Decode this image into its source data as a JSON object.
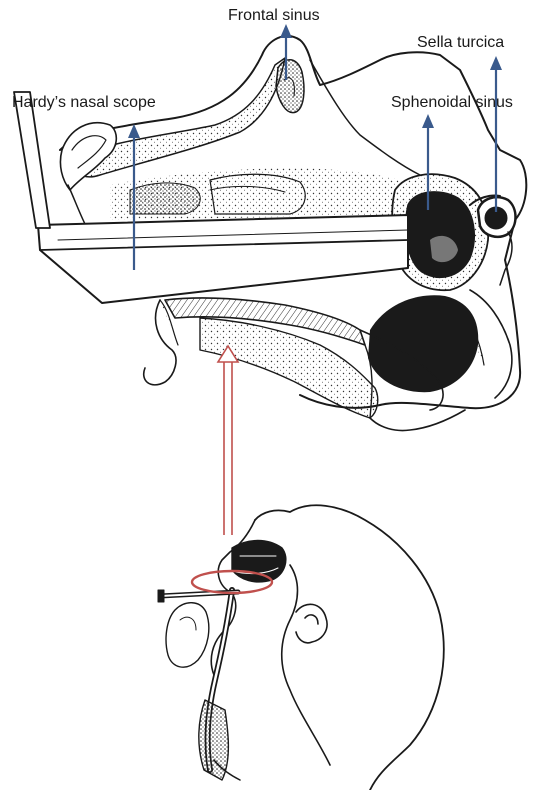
{
  "labels": {
    "frontal_sinus": "Frontal sinus",
    "sella_turcica": "Sella turcica",
    "nasal_scope": "Hardy’s nasal scope",
    "sphenoidal_sinus": "Sphenoidal sinus"
  },
  "colors": {
    "pointer_arrow": "#3a5a8c",
    "view_arrow": "#c0504d",
    "focus_ellipse": "#c0504d",
    "line_art": "#1a1a1a",
    "cavity_fill": "#1a1a1a"
  }
}
